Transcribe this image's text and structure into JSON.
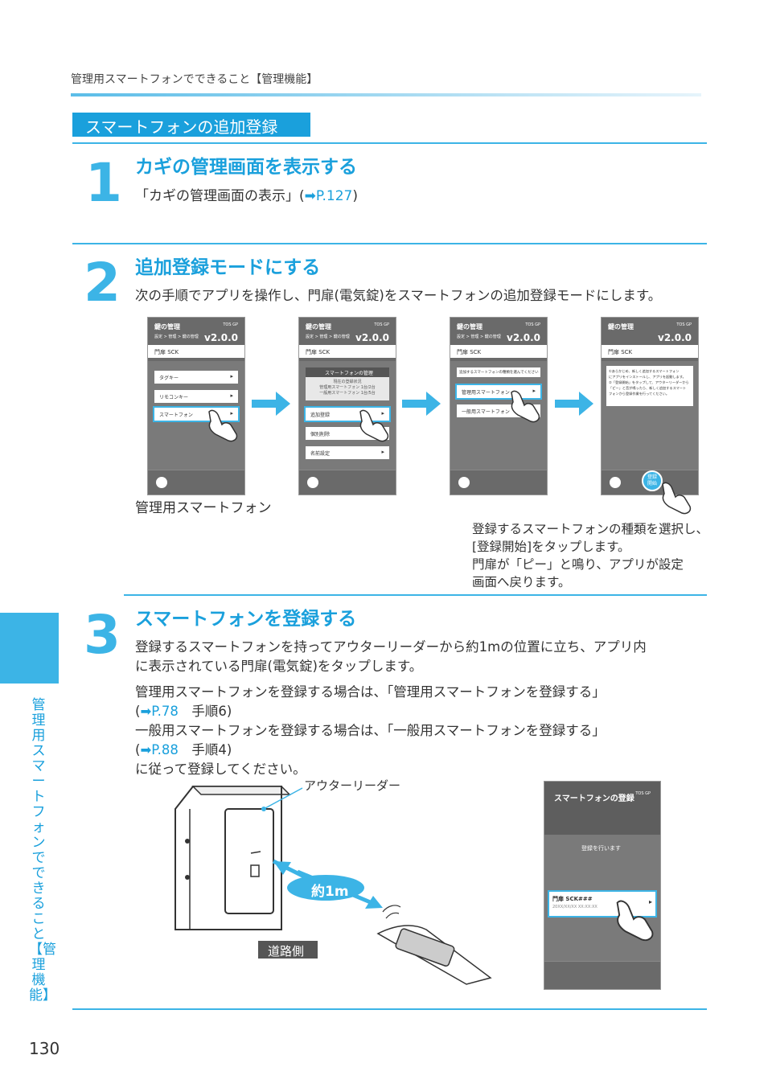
{
  "header": {
    "title": "管理用スマートフォンでできること【管理機能】"
  },
  "section": {
    "title": "スマートフォンの追加登録"
  },
  "step1": {
    "number": "1",
    "title": "カギの管理画面を表示する",
    "body_prefix": "「カギの管理画面の表示」(",
    "ref": "P.127",
    "body_suffix": ")"
  },
  "step2": {
    "number": "2",
    "title": "追加登録モードにする",
    "body": "次の手順でアプリを操作し、門扉(電気錠)をスマートフォンの追加登録モードにします。",
    "phone_caption": "管理用スマートフォン",
    "note_lines": [
      "登録するスマートフォンの種類を選択し、",
      "[登録開始]をタップします。",
      "門扉が「ピー」と鳴り、アプリが設定",
      "画面へ戻ります。"
    ],
    "screens": {
      "title": "鍵の管理",
      "version": "v2.0.0",
      "brand": "TOS GP",
      "breadcrumb": "設定 > 管理 > 鍵の管理",
      "monitor": "門扉 SCK",
      "s1": {
        "items": [
          "タグキー",
          "リモコンキー",
          "スマートフォン"
        ]
      },
      "s2": {
        "panel_title": "スマートフォンの管理",
        "status_lines": [
          "現在の登録状況",
          "管理用スマートフォン 1台/2台",
          "一般用スマートフォン 1台/5台"
        ],
        "items": [
          "追加登録",
          "個別削除",
          "名前設定"
        ]
      },
      "s3": {
        "prompt": "追加するスマートフォンの種類を選んでください",
        "items": [
          "管理用スマートフォン",
          "一般用スマートフォン"
        ]
      },
      "s4": {
        "lines": [
          "①あらかじめ、新しく追加するスマートフォン",
          "にアプリをインストールし、アプリを起動します。",
          "②「登録開始」をタップして、アウターリーダーから",
          "「ピー」と音が鳴ったら、新しく追加するスマート",
          "フォンから登録作業を行ってください。"
        ],
        "start_button": "登録開始"
      }
    }
  },
  "step3": {
    "number": "3",
    "title": "スマートフォンを登録する",
    "body_lines": [
      "登録するスマートフォンを持ってアウターリーダーから約1mの位置に立ち、アプリ内",
      "に表示されている門扉(電気錠)をタップします。"
    ],
    "line_a": "管理用スマートフォンを登録する場合は、「管理用スマートフォンを登録する」",
    "ref_a": "P.78",
    "step_a": "手順6",
    "line_b": "一般用スマートフォンを登録する場合は、「一般用スマートフォンを登録する」",
    "ref_b": "P.88",
    "step_b": "手順4",
    "line_c": "に従って登録してください。",
    "illus": {
      "reader_label": "アウターリーダー",
      "distance": "約1m",
      "road_label": "道路側"
    },
    "reg_screen": {
      "title": "スマートフォンの登録",
      "brand": "TOS GP",
      "status": "登録を行います",
      "device": "門扉 SCK###",
      "device_sub": "20XX/XX/XX XX:XX:XX"
    }
  },
  "side": {
    "label": "管理用スマートフォンでできること【管理機能】"
  },
  "page_number": "130",
  "colors": {
    "accent": "#1aa0dc",
    "rule": "#3cb4e6",
    "label_bg": "#555555"
  }
}
